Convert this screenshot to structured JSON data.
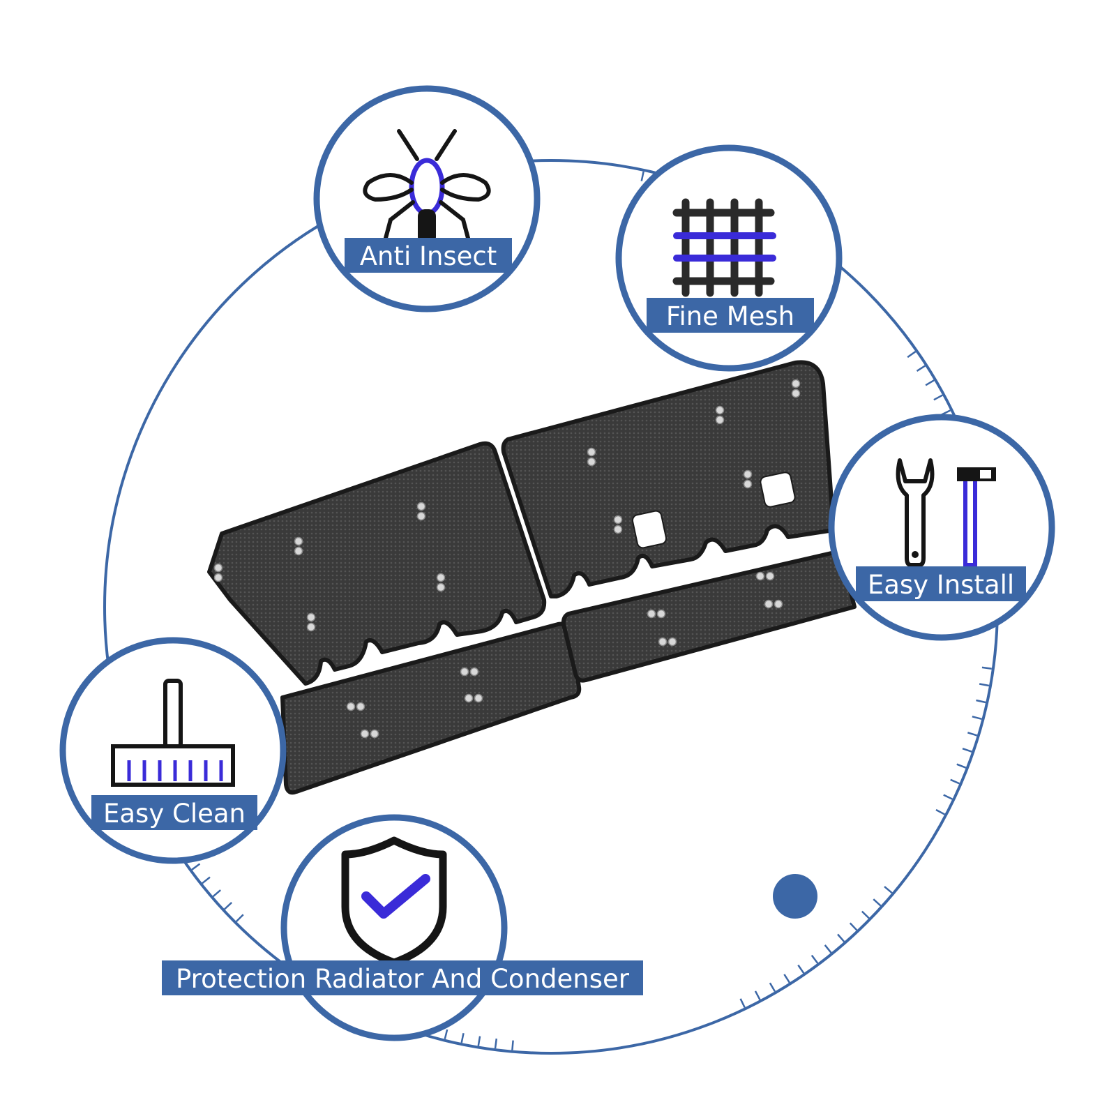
{
  "colors": {
    "accent": "#3c67a6",
    "icon_accent": "#3a2bd8",
    "icon_dark": "#151515",
    "mesh_dark": "#2e2e2e",
    "background": "#ffffff"
  },
  "features": {
    "anti_insect": {
      "label": "Anti Insect",
      "icon": "insect-icon"
    },
    "fine_mesh": {
      "label": "Fine Mesh",
      "icon": "grid-mesh-icon"
    },
    "easy_install": {
      "label": "Easy Install",
      "icon": "wrench-hammer-icon"
    },
    "easy_clean": {
      "label": "Easy Clean",
      "icon": "brush-icon"
    },
    "protection": {
      "label": "Protection Radiator And Condenser",
      "icon": "shield-check-icon"
    }
  },
  "product": {
    "icon": "grille-mesh-panels"
  }
}
